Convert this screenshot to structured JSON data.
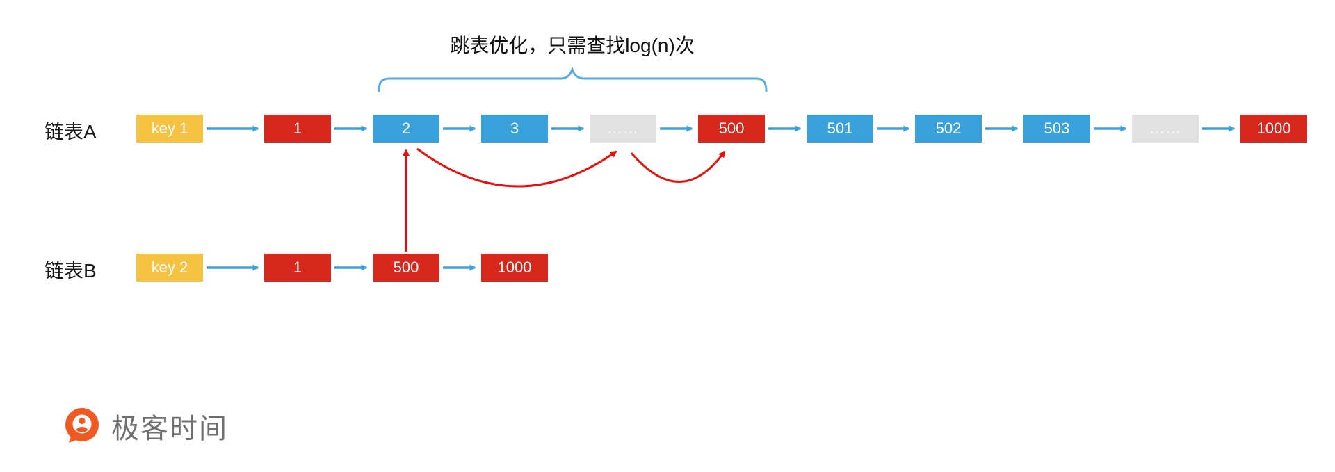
{
  "annotation": {
    "title": "跳表优化，只需查找log(n)次"
  },
  "colors": {
    "yellow": "#F5C242",
    "red": "#D8271C",
    "blue": "#38A1DB",
    "gray": "#E2E2E2",
    "arrow_blue": "#38A1DB",
    "arrow_red": "#E8100C",
    "brace_blue": "#5AACDF",
    "logo_orange": "#F05A22",
    "logo_text": "#6F6F6F"
  },
  "list_a": {
    "label": "链表A",
    "nodes": [
      {
        "value": "key 1",
        "type": "yellow"
      },
      {
        "value": "1",
        "type": "red"
      },
      {
        "value": "2",
        "type": "blue"
      },
      {
        "value": "3",
        "type": "blue"
      },
      {
        "value": "……",
        "type": "gray"
      },
      {
        "value": "500",
        "type": "red"
      },
      {
        "value": "501",
        "type": "blue"
      },
      {
        "value": "502",
        "type": "blue"
      },
      {
        "value": "503",
        "type": "blue"
      },
      {
        "value": "……",
        "type": "gray"
      },
      {
        "value": "1000",
        "type": "red"
      }
    ]
  },
  "list_b": {
    "label": "链表B",
    "nodes": [
      {
        "value": "key 2",
        "type": "yellow"
      },
      {
        "value": "1",
        "type": "red"
      },
      {
        "value": "500",
        "type": "red"
      },
      {
        "value": "1000",
        "type": "red"
      }
    ]
  },
  "logo": {
    "text": "极客时间"
  }
}
